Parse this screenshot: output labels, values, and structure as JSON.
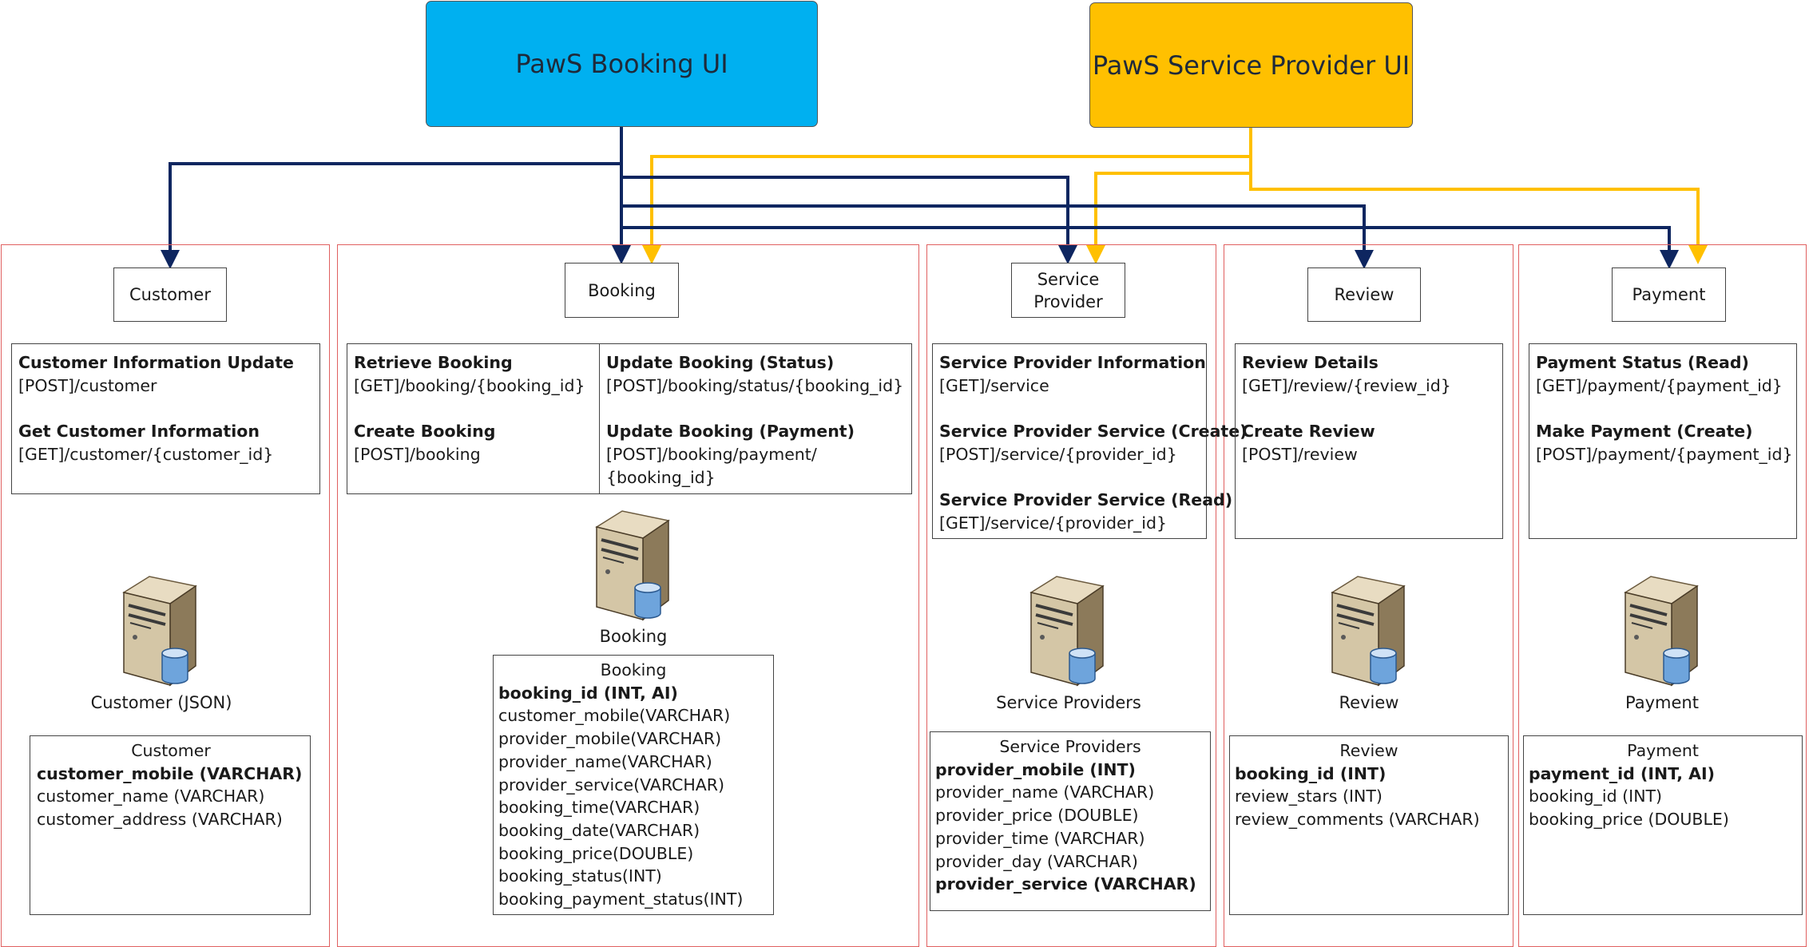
{
  "colors": {
    "booking_ui": "#00b0f0",
    "provider_ui": "#ffc000",
    "booking_line": "#0e2660",
    "provider_line": "#ffc000",
    "panel_border": "#e06060"
  },
  "ui": {
    "booking": "PawS Booking UI",
    "provider": "PawS Service Provider UI"
  },
  "services": {
    "customer": {
      "name": "Customer",
      "endpoints": [
        {
          "title": "Customer Information Update",
          "path": "[POST]/customer"
        },
        {
          "title": "Get Customer Information",
          "path": "[GET]/customer/{customer_id}"
        }
      ],
      "db_label": "Customer (JSON)",
      "table": {
        "title": "Customer",
        "fields": [
          {
            "name": "customer_mobile (VARCHAR)",
            "key": true
          },
          {
            "name": "customer_name (VARCHAR)",
            "key": false
          },
          {
            "name": "customer_address (VARCHAR)",
            "key": false
          }
        ]
      }
    },
    "booking": {
      "name": "Booking",
      "endpoints_left": [
        {
          "title": "Retrieve Booking",
          "path": "[GET]/booking/{booking_id}"
        },
        {
          "title": "Create Booking",
          "path": "[POST]/booking"
        }
      ],
      "endpoints_right": [
        {
          "title": "Update Booking (Status)",
          "path": "[POST]/booking/status/{booking_id}"
        },
        {
          "title": "Update Booking (Payment)",
          "path": "[POST]/booking/payment/\n{booking_id}"
        }
      ],
      "db_label": "Booking",
      "table": {
        "title": "Booking",
        "fields": [
          {
            "name": "booking_id (INT, AI)",
            "key": true
          },
          {
            "name": "customer_mobile(VARCHAR)",
            "key": false
          },
          {
            "name": "provider_mobile(VARCHAR)",
            "key": false
          },
          {
            "name": "provider_name(VARCHAR)",
            "key": false
          },
          {
            "name": "provider_service(VARCHAR)",
            "key": false
          },
          {
            "name": "booking_time(VARCHAR)",
            "key": false
          },
          {
            "name": "booking_date(VARCHAR)",
            "key": false
          },
          {
            "name": "booking_price(DOUBLE)",
            "key": false
          },
          {
            "name": "booking_status(INT)",
            "key": false
          },
          {
            "name": "booking_payment_status(INT)",
            "key": false
          }
        ]
      }
    },
    "provider": {
      "name": "Service\nProvider",
      "endpoints": [
        {
          "title": "Service Provider Information",
          "path": "[GET]/service"
        },
        {
          "title": "Service Provider Service (Create)",
          "path": "[POST]/service/{provider_id}"
        },
        {
          "title": "Service Provider Service (Read)",
          "path": "[GET]/service/{provider_id}"
        }
      ],
      "db_label": "Service Providers",
      "table": {
        "title": "Service Providers",
        "fields": [
          {
            "name": "provider_mobile (INT)",
            "key": true
          },
          {
            "name": "provider_name (VARCHAR)",
            "key": false
          },
          {
            "name": "provider_price (DOUBLE)",
            "key": false
          },
          {
            "name": "provider_time (VARCHAR)",
            "key": false
          },
          {
            "name": "provider_day (VARCHAR)",
            "key": false
          },
          {
            "name": "provider_service (VARCHAR)",
            "key": true
          }
        ]
      }
    },
    "review": {
      "name": "Review",
      "endpoints": [
        {
          "title": "Review Details",
          "path": "[GET]/review/{review_id}"
        },
        {
          "title": "Create Review",
          "path": "[POST]/review"
        }
      ],
      "db_label": "Review",
      "table": {
        "title": "Review",
        "fields": [
          {
            "name": "booking_id (INT)",
            "key": true
          },
          {
            "name": "review_stars (INT)",
            "key": false
          },
          {
            "name": "review_comments (VARCHAR)",
            "key": false
          }
        ]
      }
    },
    "payment": {
      "name": "Payment",
      "endpoints": [
        {
          "title": "Payment Status (Read)",
          "path": "[GET]/payment/{payment_id}"
        },
        {
          "title": "Make Payment (Create)",
          "path": "[POST]/payment/{payment_id}"
        }
      ],
      "db_label": "Payment",
      "table": {
        "title": "Payment",
        "fields": [
          {
            "name": "payment_id (INT, AI)",
            "key": true
          },
          {
            "name": "booking_id (INT)",
            "key": false
          },
          {
            "name": "booking_price (DOUBLE)",
            "key": false
          }
        ]
      }
    }
  }
}
